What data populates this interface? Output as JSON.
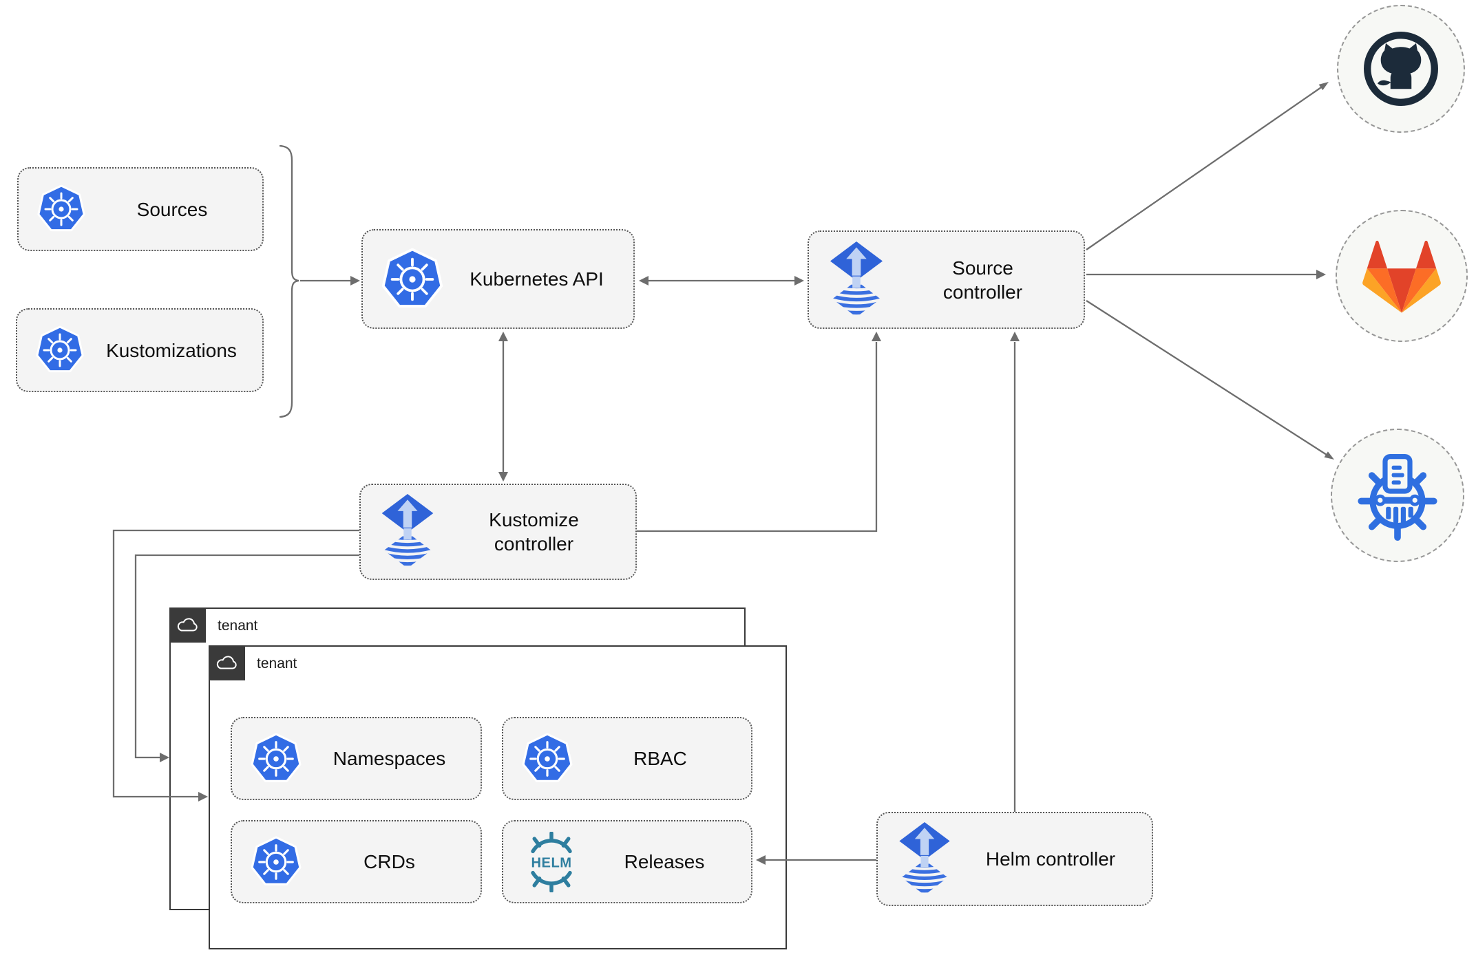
{
  "nodes": {
    "sources": {
      "label": "Sources"
    },
    "kustomizations": {
      "label": "Kustomizations"
    },
    "kubernetes_api": {
      "label": "Kubernetes API"
    },
    "source_controller": {
      "label": "Source controller"
    },
    "kustomize_controller": {
      "label": "Kustomize controller"
    },
    "helm_controller": {
      "label": "Helm controller"
    },
    "namespaces": {
      "label": "Namespaces"
    },
    "rbac": {
      "label": "RBAC"
    },
    "crds": {
      "label": "CRDs"
    },
    "releases": {
      "label": "Releases"
    }
  },
  "tenants": {
    "outer": {
      "label": "tenant"
    },
    "inner": {
      "label": "tenant"
    }
  },
  "logos": {
    "helm_wheel_text": "HELM"
  },
  "remotes": [
    {
      "name": "github"
    },
    {
      "name": "gitlab"
    },
    {
      "name": "helm-repository"
    }
  ],
  "colors": {
    "node_fill": "#f4f4f4",
    "node_border": "#555555",
    "connector_gray": "#6d6d6d",
    "tenant_border": "#3a3a3a",
    "kubernetes_blue": "#326ce5",
    "flux_blue": "#2f63d8",
    "flux_arrow_pale": "#bfd2f4",
    "helm_teal": "#2e7e9f",
    "chartmuseum_blue": "#2f6fe0",
    "github_dark": "#1c2b3a",
    "gitlab_red": "#e24329",
    "gitlab_orange": "#fc6d26",
    "gitlab_amber": "#fca326"
  }
}
